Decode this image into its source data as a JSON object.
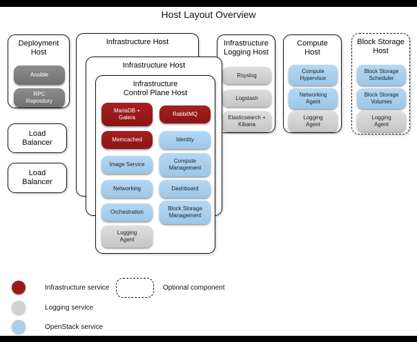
{
  "title": "Host Layout Overview",
  "colors": {
    "infrastructure": "#9b1b1b",
    "logging": "#d2d2d2",
    "openstack": "#a8cfec",
    "deployment": "#7e7e7e"
  },
  "deployment_host": {
    "title": "Deployment\nHost",
    "services": [
      {
        "label": "Ansible",
        "type": "deployment"
      },
      {
        "label": "RPC\nRepository",
        "type": "deployment"
      }
    ]
  },
  "load_balancer_1": {
    "title": "Load\nBalancer"
  },
  "load_balancer_2": {
    "title": "Load\nBalancer"
  },
  "infrastructure_host_outer": {
    "title": "Infrastructure Host"
  },
  "infrastructure_host_middle": {
    "title": "Infrastructure Host"
  },
  "control_plane_host": {
    "title": "Infrastructure\nControl Plane Host",
    "services": [
      {
        "label": "MariaDB +\nGalera",
        "type": "infrastructure"
      },
      {
        "label": "RabbitMQ",
        "type": "infrastructure"
      },
      {
        "label": "Memcached",
        "type": "infrastructure"
      },
      {
        "label": "Identity",
        "type": "openstack"
      },
      {
        "label": "Image Service",
        "type": "openstack"
      },
      {
        "label": "Compute\nManagement",
        "type": "openstack"
      },
      {
        "label": "Networking",
        "type": "openstack"
      },
      {
        "label": "Dashboard",
        "type": "openstack"
      },
      {
        "label": "Orchestration",
        "type": "openstack"
      },
      {
        "label": "Block Storage\nManagement",
        "type": "openstack"
      },
      {
        "label": "Logging\nAgent",
        "type": "logging"
      }
    ]
  },
  "logging_host": {
    "title": "Infrastructure\nLogging Host",
    "services": [
      {
        "label": "Rsyslog",
        "type": "logging"
      },
      {
        "label": "Logstash",
        "type": "logging"
      },
      {
        "label": "Elasticsearch +\nKibana",
        "type": "logging"
      }
    ]
  },
  "compute_host": {
    "title": "Compute\nHost",
    "services": [
      {
        "label": "Compute\nHypervisor",
        "type": "openstack"
      },
      {
        "label": "Networking\nAgent",
        "type": "openstack"
      },
      {
        "label": "Logging\nAgent",
        "type": "logging"
      }
    ]
  },
  "block_storage_host": {
    "title": "Block Storage\nHost",
    "optional": true,
    "services": [
      {
        "label": "Block Storage\nScheduler",
        "type": "openstack"
      },
      {
        "label": "Block Storage\nVolumes",
        "type": "openstack"
      },
      {
        "label": "Logging\nAgent",
        "type": "logging"
      }
    ]
  },
  "legend": {
    "items": [
      {
        "label": "Infrastructure service",
        "color_key": "infrastructure"
      },
      {
        "label": "Logging service",
        "color_key": "logging"
      },
      {
        "label": "OpenStack service",
        "color_key": "openstack"
      }
    ],
    "optional_label": "Optional component"
  }
}
